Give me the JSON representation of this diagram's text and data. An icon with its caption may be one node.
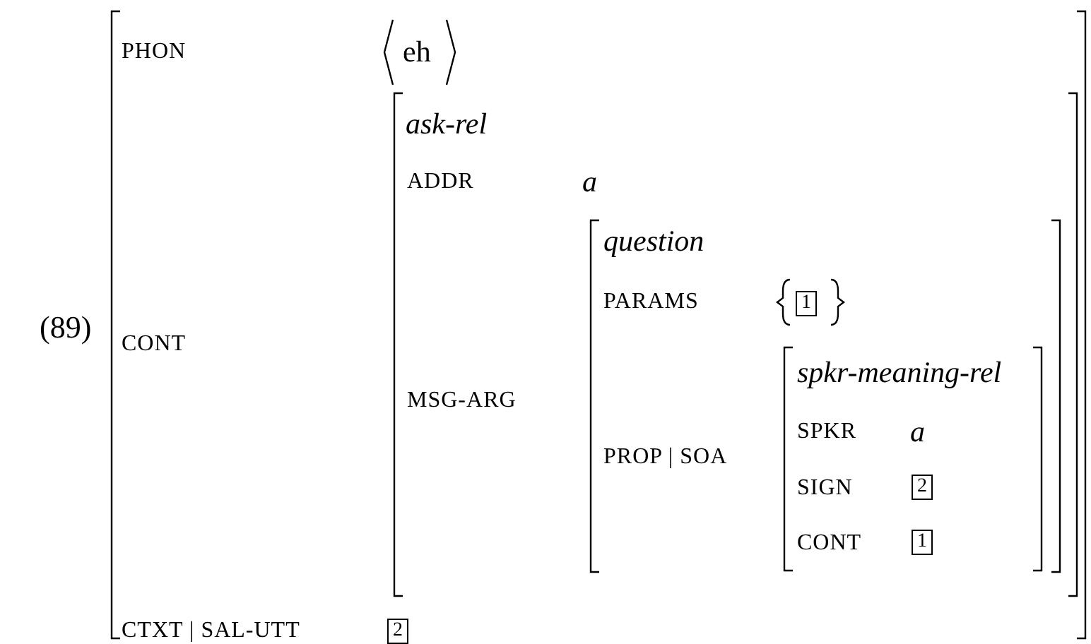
{
  "diagram": {
    "labels": [
      "(89)",
      "PHON",
      "eh",
      "ask-rel",
      "ADDR",
      "a",
      "question",
      "PARAMS",
      "1",
      "spkr-meaning-rel",
      "SPKR",
      "a",
      "CONT",
      "MSG-ARG",
      "SIGN",
      "2",
      "PROP | SOA",
      "CONT",
      "1",
      "CTXT | SAL-UTT",
      "2"
    ]
  }
}
